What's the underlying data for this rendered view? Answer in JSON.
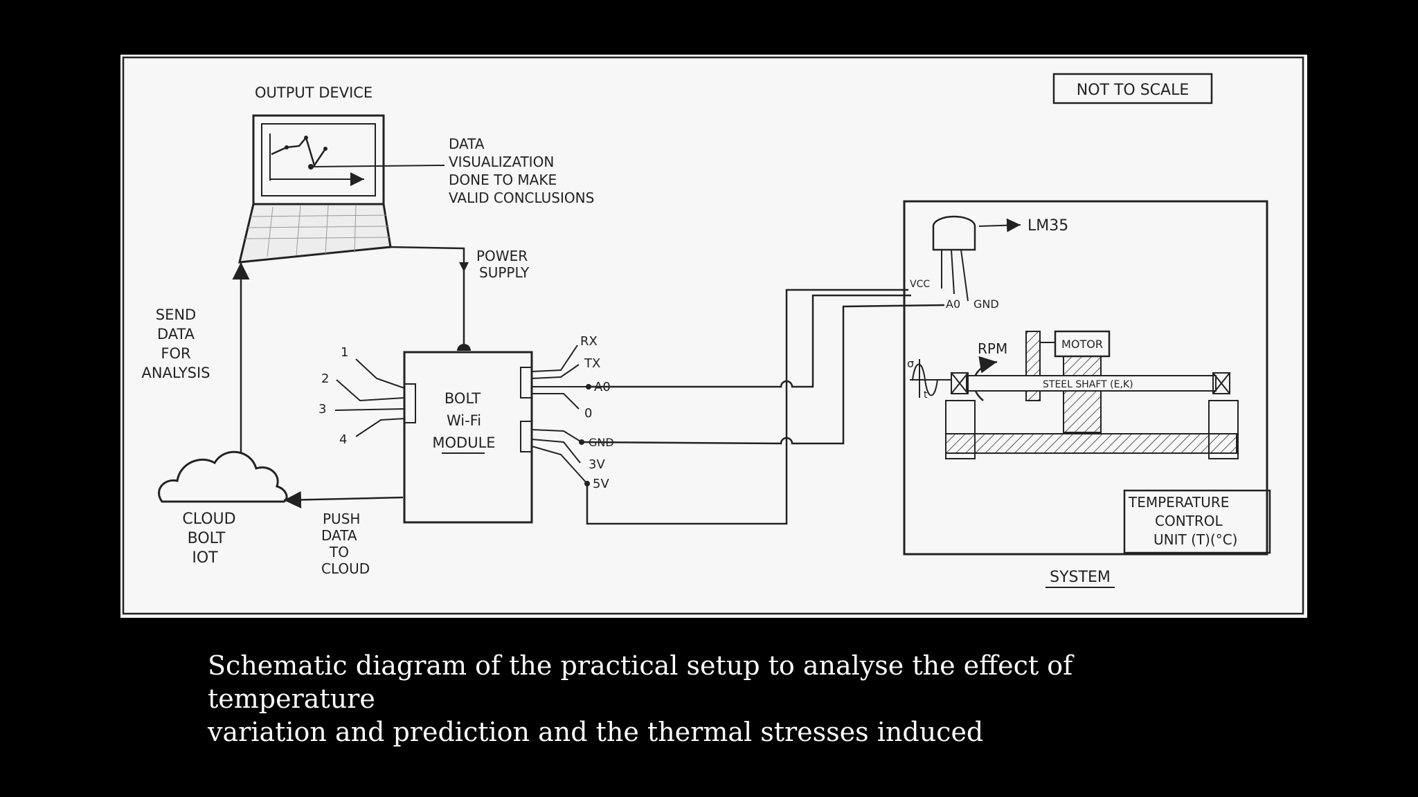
{
  "diagram": {
    "labels": {
      "output_device": "OUTPUT DEVICE",
      "not_to_scale": "NOT TO SCALE",
      "data_viz": [
        "DATA",
        "VISUALIZATION",
        "DONE TO MAKE",
        "VALID CONCLUSIONS"
      ],
      "power_supply": [
        "POWER",
        "SUPPLY"
      ],
      "send_data": [
        "SEND",
        "DATA",
        "FOR",
        "ANALYSIS"
      ],
      "cloud": [
        "CLOUD",
        "BOLT",
        "IOT"
      ],
      "push_data": [
        "PUSH",
        "DATA",
        "TO",
        "CLOUD"
      ],
      "module": [
        "BOLT",
        "Wi-Fi",
        "MODULE"
      ],
      "left_pins": [
        "1",
        "2",
        "3",
        "4"
      ],
      "right_pins_top": [
        "RX",
        "TX",
        "A0",
        "0"
      ],
      "right_pins_bottom": [
        "GND",
        "3V",
        "5V"
      ],
      "lm35": "LM35",
      "sensor_pins": [
        "VCC",
        "A0",
        "GND"
      ],
      "rpm": "RPM",
      "motor": "MOTOR",
      "steel_shaft": "STEEL SHAFT (E,K)",
      "t_axis": [
        "σ",
        "t"
      ],
      "temperature_unit": [
        "TEMPERATURE",
        "CONTROL",
        "UNIT (T)(°C)"
      ],
      "system": "SYSTEM"
    }
  },
  "caption": {
    "line1": "Schematic diagram of the practical setup to analyse the effect of temperature",
    "line2": "variation and prediction and the thermal stresses induced"
  },
  "colors": {
    "background": "#000000",
    "panel": "#f7f7f7",
    "ink": "#222222",
    "caption_text": "#ffffff"
  }
}
